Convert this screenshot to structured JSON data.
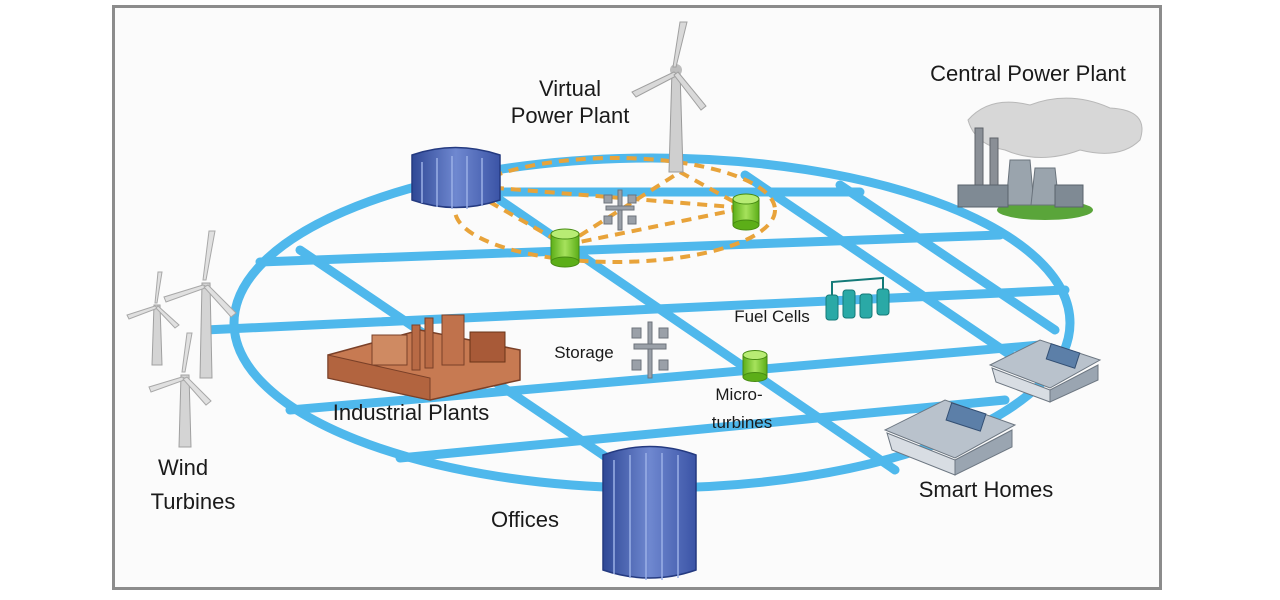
{
  "labels": {
    "virtual_power_plant_line1": "Virtual",
    "virtual_power_plant_line2": "Power Plant",
    "central_power_plant": "Central Power Plant",
    "fuel_cells": "Fuel Cells",
    "storage": "Storage",
    "microturbines_line1": "Micro-",
    "microturbines_line2": "turbines",
    "industrial_plants": "Industrial Plants",
    "wind_turbines_line1": "Wind",
    "wind_turbines_line2": "Turbines",
    "offices": "Offices",
    "smart_homes": "Smart Homes"
  },
  "colors": {
    "grid_line": "#4fb8ec",
    "virtual_link": "#e8a33a",
    "microturbine": "#7ccc2e",
    "building": "#4a64b4",
    "fuel_cell": "#2aa9a6",
    "industrial": "#b86a45",
    "frame": "#8c8c8c"
  }
}
